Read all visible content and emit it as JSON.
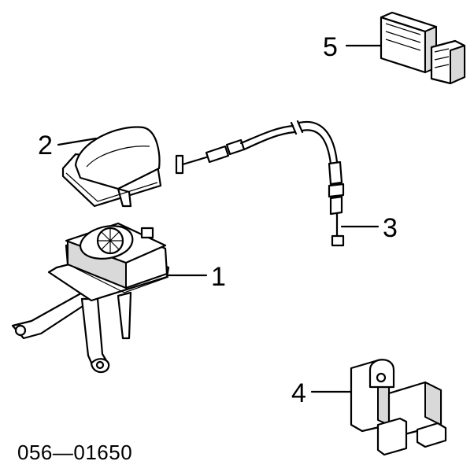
{
  "diagram": {
    "part_number": "056—01650",
    "callouts": [
      {
        "id": "1",
        "label": "1"
      },
      {
        "id": "2",
        "label": "2"
      },
      {
        "id": "3",
        "label": "3"
      },
      {
        "id": "4",
        "label": "4"
      },
      {
        "id": "5",
        "label": "5"
      }
    ]
  }
}
